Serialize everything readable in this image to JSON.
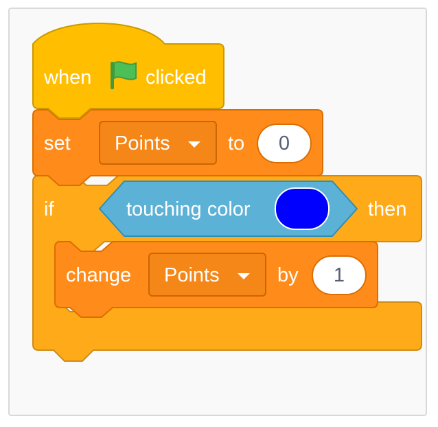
{
  "hat_block": {
    "when_label": "when",
    "flag_icon": "green-flag-icon",
    "clicked_label": "clicked"
  },
  "set_block": {
    "label": "set",
    "variable": "Points",
    "to_label": "to",
    "value": "0"
  },
  "if_block": {
    "if_label": "if",
    "condition": {
      "label": "touching color",
      "color": "#0000ff"
    },
    "then_label": "then"
  },
  "change_block": {
    "label": "change",
    "variable": "Points",
    "by_label": "by",
    "value": "1"
  },
  "colors": {
    "events": "#ffbf00",
    "events_border": "#cc9900",
    "variables": "#ff8c1a",
    "variables_border": "#db6e00",
    "control": "#ffab19",
    "control_border": "#cf8b17",
    "sensing": "#5cb1d6",
    "sensing_border": "#2e8eb8",
    "flag": "#4cbf56",
    "flag_border": "#45993d"
  }
}
